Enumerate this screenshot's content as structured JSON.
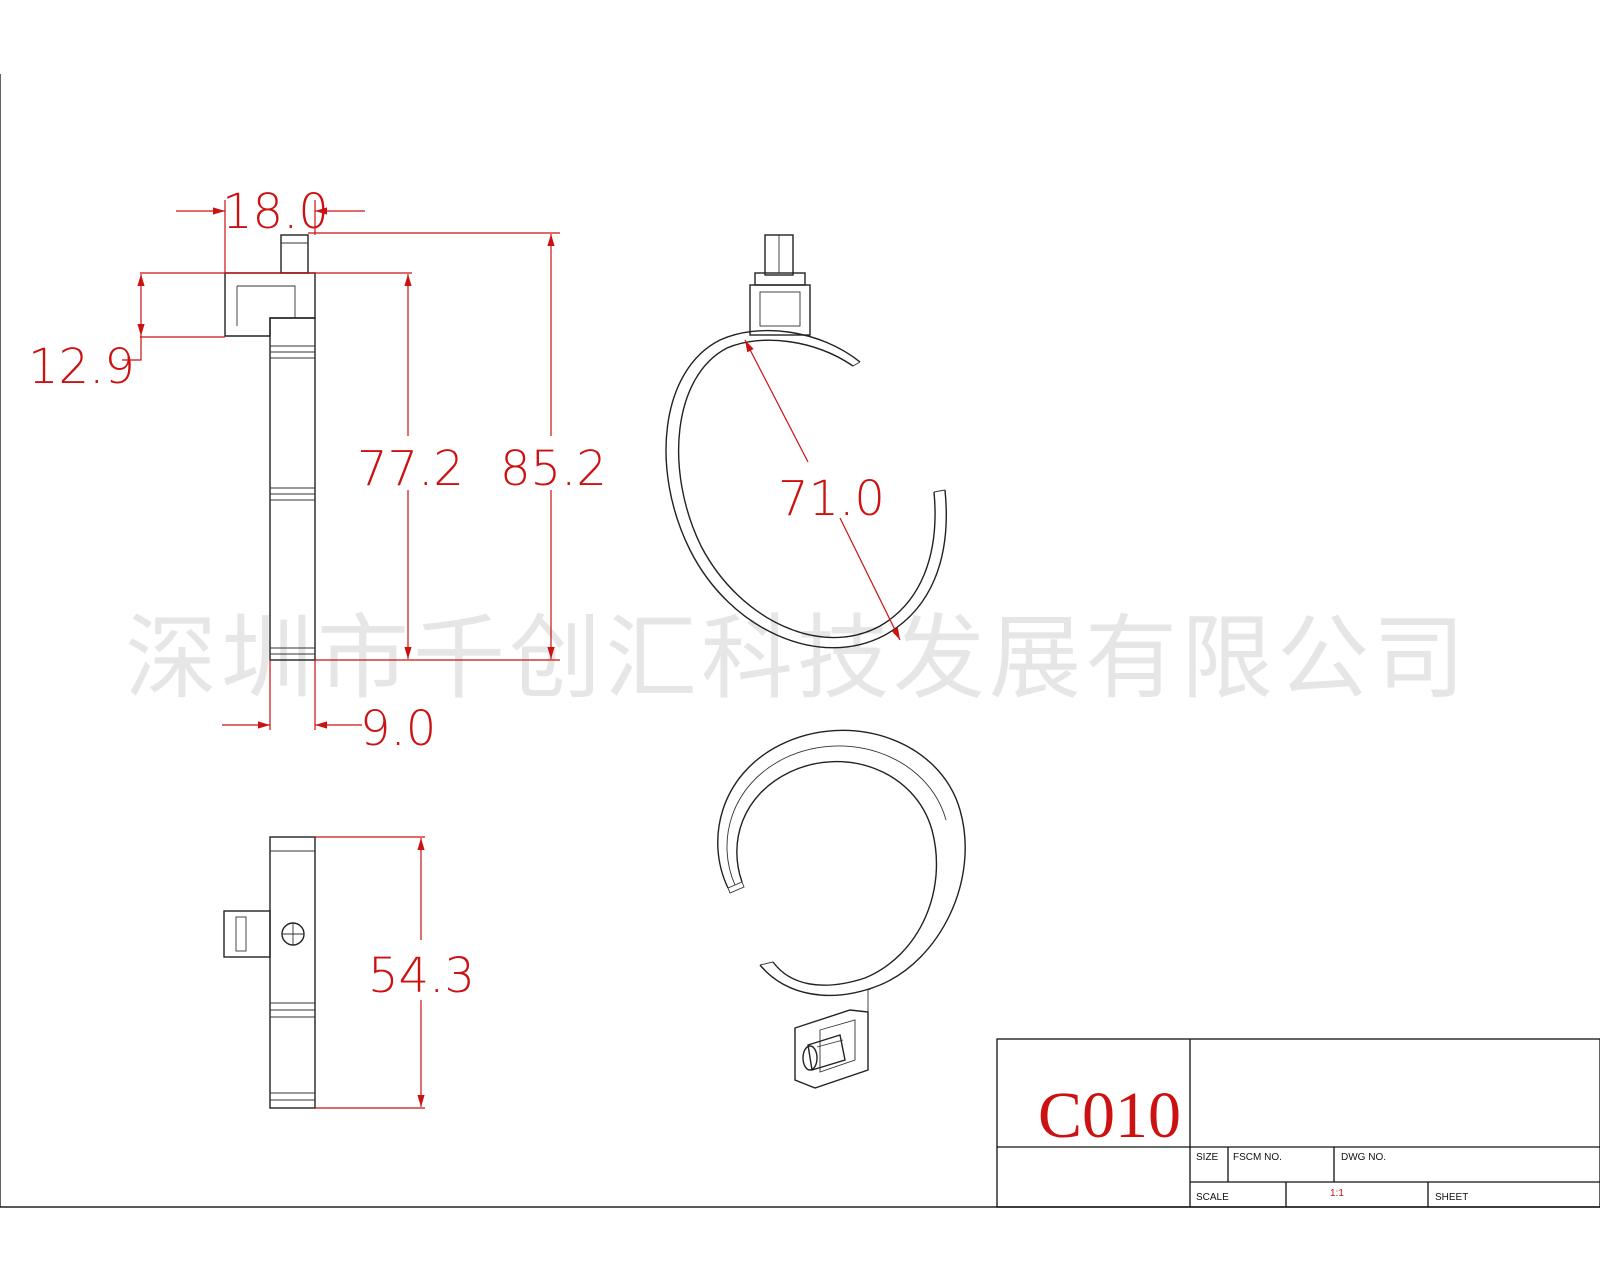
{
  "watermark": "深圳市千创汇科技发展有限公司",
  "dimensions": {
    "width_top": "18.0",
    "height_tab": "12.9",
    "height_inner": "77.2",
    "height_total": "85.2",
    "thickness": "9.0",
    "diameter": "71.0",
    "width_band": "54.3"
  },
  "title_block": {
    "part_no": "C010",
    "size_label": "SIZE",
    "fscm_label": "FSCM NO.",
    "dwg_label": "DWG NO.",
    "scale_label": "SCALE",
    "scale_value": "1:1",
    "sheet_label": "SHEET"
  },
  "colors": {
    "dimension": "#cc1111",
    "line": "#222222",
    "watermark": "#e6e6e6"
  }
}
